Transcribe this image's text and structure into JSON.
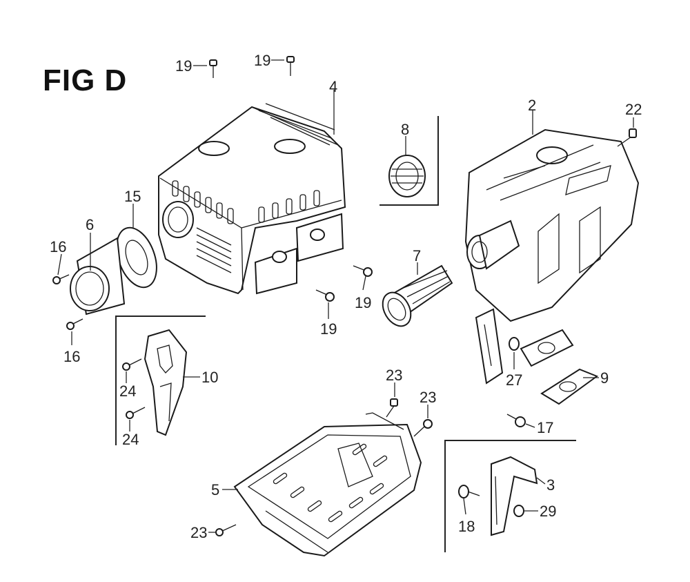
{
  "figure": {
    "title": "FIG D"
  },
  "callouts": {
    "c19a": "19",
    "c19b": "19",
    "c19c": "19",
    "c19d": "19",
    "c4": "4",
    "c2": "2",
    "c22": "22",
    "c8": "8",
    "c7": "7",
    "c15": "15",
    "c6": "6",
    "c16a": "16",
    "c16b": "16",
    "c10": "10",
    "c24a": "24",
    "c24b": "24",
    "c27": "27",
    "c9": "9",
    "c17": "17",
    "c23a": "23",
    "c23b": "23",
    "c23c": "23",
    "c5": "5",
    "c3": "3",
    "c18": "18",
    "c29": "29"
  }
}
